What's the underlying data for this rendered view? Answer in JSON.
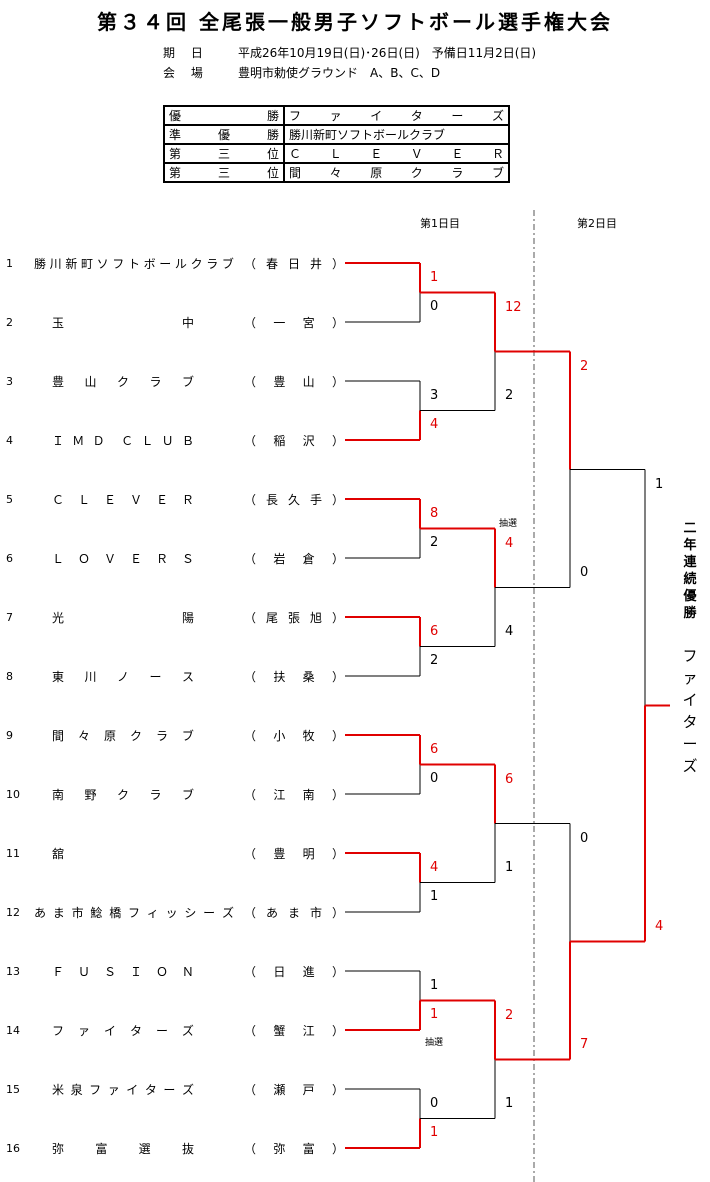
{
  "header": {
    "title": "第３４回 全尾張一般男子ソフトボール選手権大会",
    "period_label": "期 日",
    "period_value": "平成26年10月19日(日)･26日(日)　予備日11月2日(日)",
    "venue_label": "会 場",
    "venue_value": "豊明市勅使グラウンド　A、B、C、D"
  },
  "results": [
    {
      "rank": "優勝",
      "team": "ファイターズ"
    },
    {
      "rank": "準優勝",
      "team": "勝川新町ソフトボールクラブ"
    },
    {
      "rank": "第三位",
      "team": "ＣＬＥＶＥＲ"
    },
    {
      "rank": "第三位",
      "team": "間々原クラブ"
    }
  ],
  "days": {
    "day1": "第1日目",
    "day2": "第2日目"
  },
  "teams": [
    {
      "num": "1",
      "name": "勝川新町ソフトボールクラブ",
      "region": "春日井"
    },
    {
      "num": "2",
      "name": "玉中",
      "region": "一宮"
    },
    {
      "num": "3",
      "name": "豊山クラブ",
      "region": "豊山"
    },
    {
      "num": "4",
      "name": "ＩＭＤ ＣＬＵＢ",
      "region": "稲沢"
    },
    {
      "num": "5",
      "name": "ＣＬＥＶＥＲ",
      "region": "長久手"
    },
    {
      "num": "6",
      "name": "ＬＯＶＥＲＳ",
      "region": "岩倉"
    },
    {
      "num": "7",
      "name": "光陽",
      "region": "尾張旭"
    },
    {
      "num": "8",
      "name": "東川ノース",
      "region": "扶桑"
    },
    {
      "num": "9",
      "name": "間々原クラブ",
      "region": "小牧"
    },
    {
      "num": "10",
      "name": "南野クラブ",
      "region": "江南"
    },
    {
      "num": "11",
      "name": "舘",
      "region": "豊明"
    },
    {
      "num": "12",
      "name": "あま市鯰橋フィッシーズ",
      "region": "あま市"
    },
    {
      "num": "13",
      "name": "ＦＵＳＩＯＮ",
      "region": "日進"
    },
    {
      "num": "14",
      "name": "ファイターズ",
      "region": "蟹江"
    },
    {
      "num": "15",
      "name": "米泉ファイターズ",
      "region": "瀬戸"
    },
    {
      "num": "16",
      "name": "弥富選抜",
      "region": "弥富"
    }
  ],
  "scores": {
    "r1": [
      "1",
      "0",
      "3",
      "4",
      "8",
      "2",
      "6",
      "2",
      "6",
      "0",
      "4",
      "1",
      "1",
      "1",
      "0",
      "1"
    ],
    "r2": [
      "12",
      "2",
      "4",
      "4",
      "6",
      "1",
      "2",
      "1"
    ],
    "r3": [
      "2",
      "0",
      "0",
      "7"
    ],
    "final": [
      "1",
      "4"
    ]
  },
  "notes": {
    "lottery1": "抽選",
    "lottery2": "抽選"
  },
  "champion": {
    "label": "二年連続優勝",
    "name": "ファイターズ"
  },
  "colors": {
    "winner": "#e00000",
    "line": "#000000",
    "divider": "#555555"
  }
}
